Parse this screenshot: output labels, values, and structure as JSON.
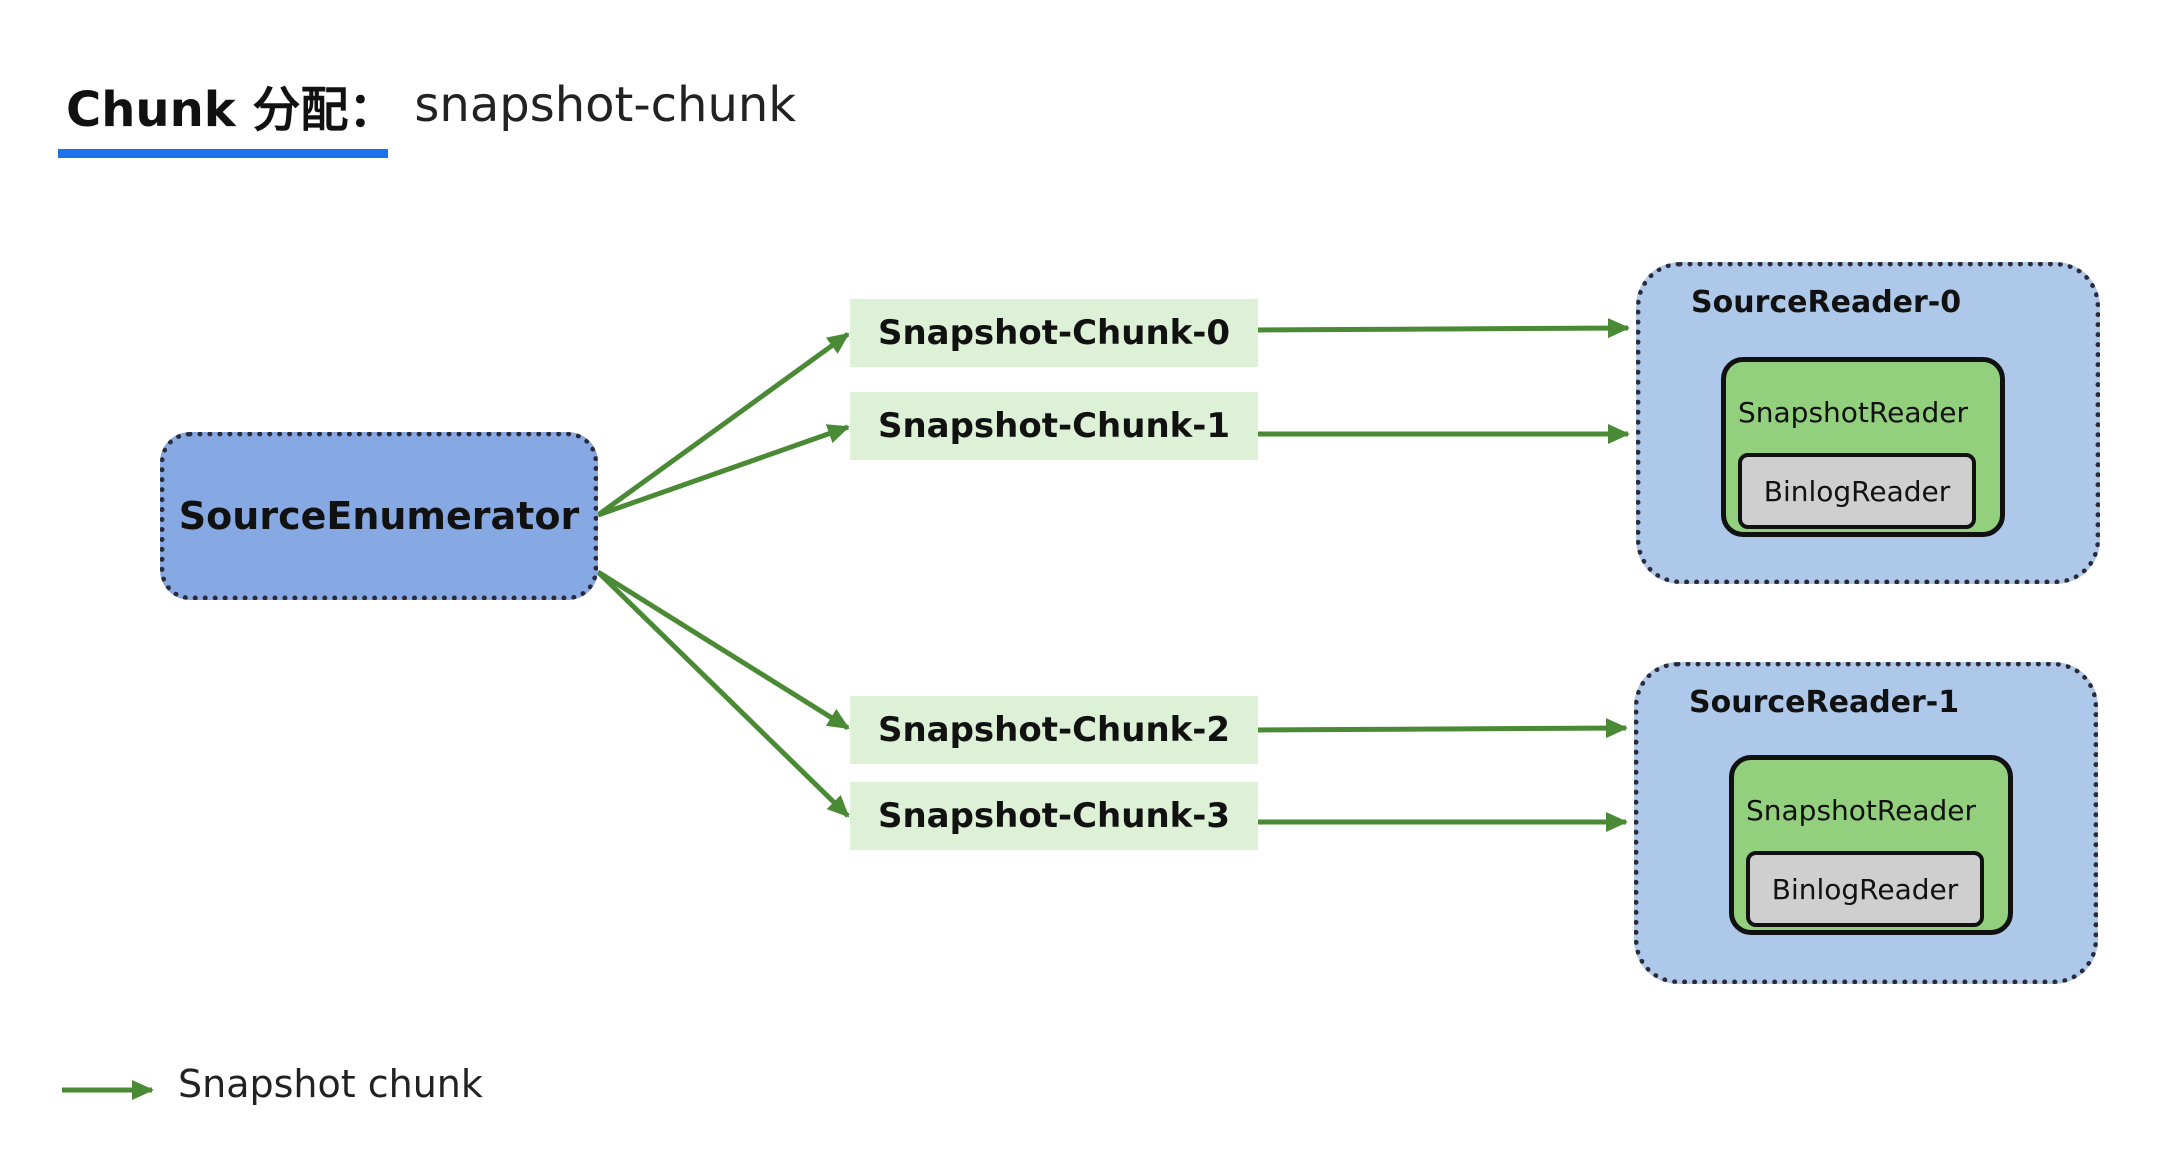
{
  "title": {
    "main": "Chunk 分配：",
    "sub": "snapshot-chunk"
  },
  "enumerator": {
    "label": "SourceEnumerator"
  },
  "chunks": [
    {
      "label": "Snapshot-Chunk-0"
    },
    {
      "label": "Snapshot-Chunk-1"
    },
    {
      "label": "Snapshot-Chunk-2"
    },
    {
      "label": "Snapshot-Chunk-3"
    }
  ],
  "readers": [
    {
      "label": "SourceReader-0",
      "snapshot_reader": "SnapshotReader",
      "binlog_reader": "BinlogReader"
    },
    {
      "label": "SourceReader-1",
      "snapshot_reader": "SnapshotReader",
      "binlog_reader": "BinlogReader"
    }
  ],
  "legend": {
    "label": "Snapshot chunk"
  },
  "colors": {
    "arrow": "#4a8a35",
    "accent_underline": "#1a73e8",
    "enumerator_fill": "#86a9e4",
    "chunk_fill": "#dcf1d6",
    "reader_fill": "#aec8ea",
    "snapshot_reader_fill": "#92d07d",
    "binlog_reader_fill": "#cfcfcf"
  }
}
